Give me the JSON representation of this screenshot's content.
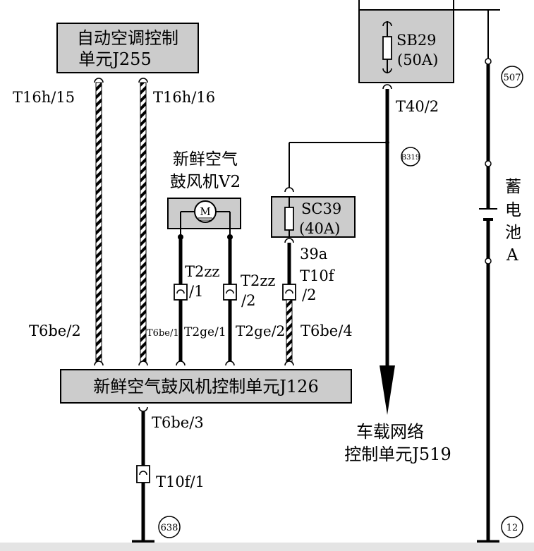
{
  "colors": {
    "box_fill": "#cccccc",
    "wire": "#000000",
    "background": "#ffffff",
    "bottom_bar": "#e4e4e4"
  },
  "ac_unit": {
    "line1": "自动空调控制",
    "line2": "单元J255"
  },
  "pins": {
    "t16h15": "T16h/15",
    "t16h16": "T16h/16",
    "t6be2": "T6be/2",
    "t6be1": "T6be/1",
    "t2ge1": "T2ge/1",
    "t2ge2": "T2ge/2",
    "t6be4": "T6be/4",
    "t6be3": "T6be/3",
    "t10f1": "T10f/1",
    "t40_2": "T40/2",
    "wire_39a": "39a"
  },
  "blower": {
    "line1": "新鲜空气",
    "line2": "鼓风机V2",
    "motor_symbol": "M"
  },
  "connectors": {
    "t2zz_a": {
      "name": "T2zz",
      "pin": "/1"
    },
    "t2zz_b": {
      "name": "T2zz",
      "pin": "/2"
    },
    "t10f_2": {
      "name": "T10f",
      "pin": "/2"
    }
  },
  "fuse_sb29": {
    "name": "SB29",
    "rating": "(50A)"
  },
  "fuse_sc39": {
    "name": "SC39",
    "rating": "(40A)"
  },
  "blower_ctrl": {
    "label": "新鲜空气鼓风机控制单元J126"
  },
  "network": {
    "line1": "车载网络",
    "line2": "控制单元J519"
  },
  "battery": {
    "chars": [
      "蓄",
      "电",
      "池",
      "A"
    ]
  },
  "refs": {
    "r507": "507",
    "rb319": "B319",
    "r638": "638",
    "r12": "12"
  }
}
